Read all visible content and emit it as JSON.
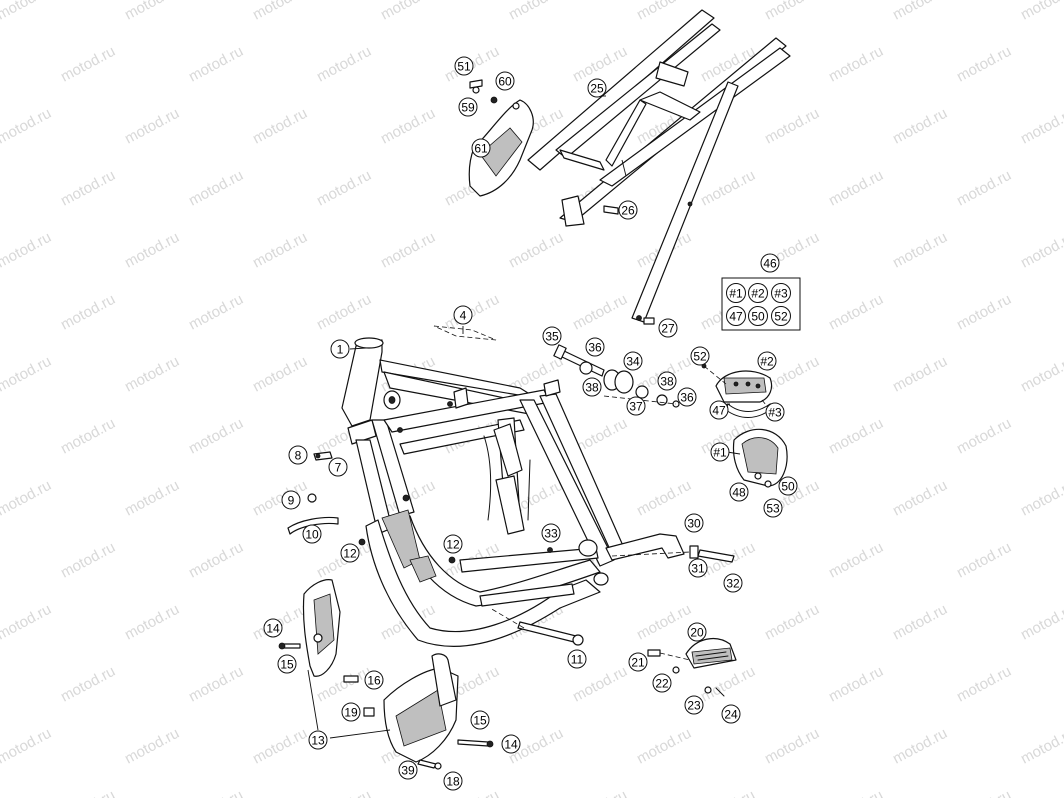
{
  "watermark": "motod.ru",
  "callouts": [
    {
      "label": "1"
    },
    {
      "label": "4"
    },
    {
      "label": "7"
    },
    {
      "label": "8"
    },
    {
      "label": "9"
    },
    {
      "label": "10"
    },
    {
      "label": "11"
    },
    {
      "label": "12"
    },
    {
      "label": "12"
    },
    {
      "label": "13"
    },
    {
      "label": "14"
    },
    {
      "label": "14"
    },
    {
      "label": "15"
    },
    {
      "label": "15"
    },
    {
      "label": "16"
    },
    {
      "label": "18"
    },
    {
      "label": "19"
    },
    {
      "label": "20"
    },
    {
      "label": "21"
    },
    {
      "label": "22"
    },
    {
      "label": "23"
    },
    {
      "label": "24"
    },
    {
      "label": "25"
    },
    {
      "label": "26"
    },
    {
      "label": "27"
    },
    {
      "label": "30"
    },
    {
      "label": "31"
    },
    {
      "label": "32"
    },
    {
      "label": "33"
    },
    {
      "label": "34"
    },
    {
      "label": "35"
    },
    {
      "label": "36"
    },
    {
      "label": "36"
    },
    {
      "label": "37"
    },
    {
      "label": "38"
    },
    {
      "label": "38"
    },
    {
      "label": "39"
    },
    {
      "label": "46"
    },
    {
      "label": "47"
    },
    {
      "label": "48"
    },
    {
      "label": "50"
    },
    {
      "label": "51"
    },
    {
      "label": "52"
    },
    {
      "label": "53"
    },
    {
      "label": "59"
    },
    {
      "label": "60"
    },
    {
      "label": "61"
    },
    {
      "label": "#1"
    },
    {
      "label": "#2"
    },
    {
      "label": "#3"
    }
  ],
  "kit": {
    "items": [
      {
        "label": "#1"
      },
      {
        "label": "#2"
      },
      {
        "label": "#3"
      },
      {
        "label": "47"
      },
      {
        "label": "50"
      },
      {
        "label": "52"
      }
    ]
  }
}
